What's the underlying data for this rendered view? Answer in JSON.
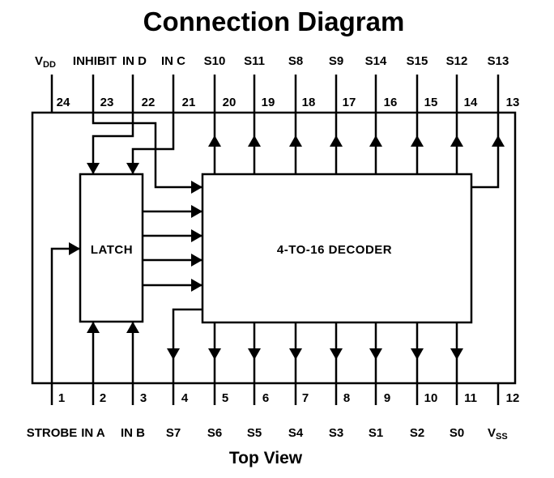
{
  "title": "Connection Diagram",
  "caption": "Top View",
  "blocks": {
    "latch": "LATCH",
    "decoder": "4-TO-16 DECODER"
  },
  "top_pins": [
    {
      "num": "24",
      "name_main": "V",
      "name_sub": "DD"
    },
    {
      "num": "23",
      "name": "INHIBIT"
    },
    {
      "num": "22",
      "name": "IN D"
    },
    {
      "num": "21",
      "name": "IN C"
    },
    {
      "num": "20",
      "name": "S10"
    },
    {
      "num": "19",
      "name": "S11"
    },
    {
      "num": "18",
      "name": "S8"
    },
    {
      "num": "17",
      "name": "S9"
    },
    {
      "num": "16",
      "name": "S14"
    },
    {
      "num": "15",
      "name": "S15"
    },
    {
      "num": "14",
      "name": "S12"
    },
    {
      "num": "13",
      "name": "S13"
    }
  ],
  "bottom_pins": [
    {
      "num": "1",
      "name": "STROBE"
    },
    {
      "num": "2",
      "name": "IN A"
    },
    {
      "num": "3",
      "name": "IN B"
    },
    {
      "num": "4",
      "name": "S7"
    },
    {
      "num": "5",
      "name": "S6"
    },
    {
      "num": "6",
      "name": "S5"
    },
    {
      "num": "7",
      "name": "S4"
    },
    {
      "num": "8",
      "name": "S3"
    },
    {
      "num": "9",
      "name": "S1"
    },
    {
      "num": "10",
      "name": "S2"
    },
    {
      "num": "11",
      "name": "S0"
    },
    {
      "num": "12",
      "name_main": "V",
      "name_sub": "SS"
    }
  ]
}
